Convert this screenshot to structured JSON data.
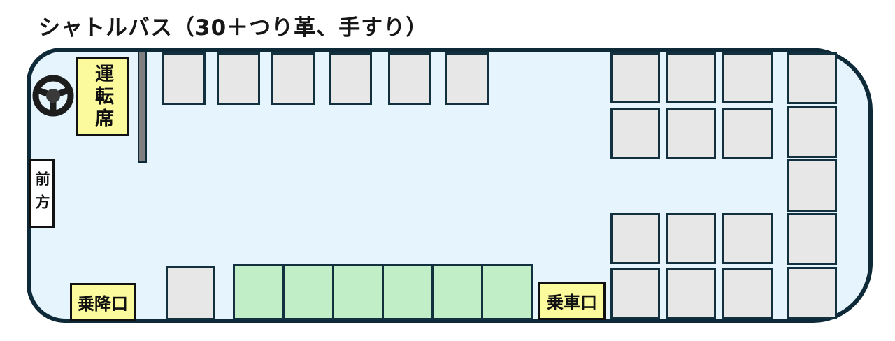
{
  "title": "シャトルバス（30＋つり革、手すり）",
  "labels": {
    "driver_seat": "運転席",
    "front_direction": "前方",
    "exit_door": "乗降口",
    "boarding_door": "乗車口"
  },
  "seat_counts": {
    "total": 30,
    "standard": 24,
    "priority": 6
  },
  "colors": {
    "bus_fill": "#e6f4fd",
    "bus_border": "#0e2a38",
    "seat_border": "#13303e",
    "standard_seat_fill": "#e8e7e7",
    "priority_seat_fill": "#c1eec7",
    "label_fill": "#fbfa9d",
    "label_border": "#111111",
    "partition_fill": "#7f7f7f",
    "steering_wheel": "#1d1d1d"
  },
  "seats": {
    "standard": [
      [
        232,
        75,
        62,
        75
      ],
      [
        310,
        75,
        62,
        75
      ],
      [
        388,
        75,
        62,
        75
      ],
      [
        470,
        75,
        62,
        75
      ],
      [
        555,
        75,
        62,
        75
      ],
      [
        637,
        75,
        62,
        75
      ],
      [
        237,
        381,
        70,
        77
      ],
      [
        873,
        75,
        71,
        73
      ],
      [
        953,
        75,
        71,
        73
      ],
      [
        1033,
        75,
        72,
        73
      ],
      [
        873,
        155,
        71,
        72
      ],
      [
        953,
        155,
        71,
        72
      ],
      [
        1033,
        155,
        72,
        72
      ],
      [
        873,
        305,
        71,
        73
      ],
      [
        953,
        305,
        71,
        73
      ],
      [
        1033,
        305,
        72,
        73
      ],
      [
        873,
        383,
        71,
        74
      ],
      [
        953,
        383,
        71,
        74
      ],
      [
        1033,
        383,
        72,
        74
      ],
      [
        1125,
        75,
        72,
        74
      ],
      [
        1125,
        151,
        72,
        75
      ],
      [
        1125,
        228,
        72,
        75
      ],
      [
        1125,
        305,
        72,
        74
      ],
      [
        1125,
        382,
        72,
        74
      ]
    ],
    "priority": [
      [
        333,
        378,
        74,
        80
      ],
      [
        404,
        378,
        74,
        80
      ],
      [
        475,
        378,
        74,
        80
      ],
      [
        546,
        378,
        74,
        80
      ],
      [
        617,
        378,
        74,
        80
      ],
      [
        688,
        378,
        74,
        80
      ]
    ]
  }
}
